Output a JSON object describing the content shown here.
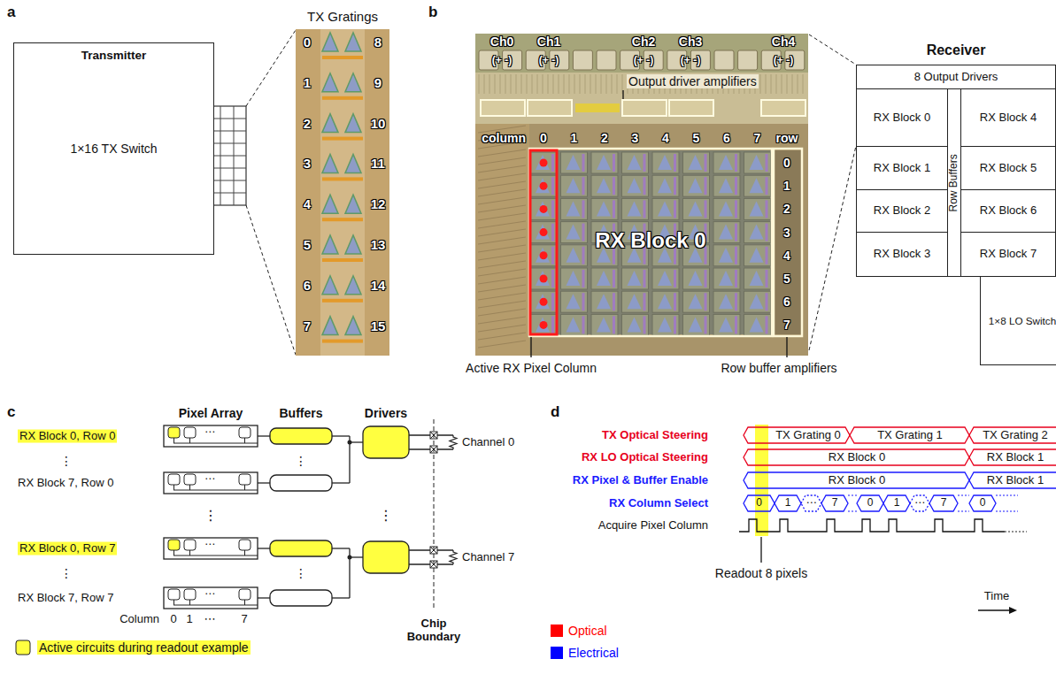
{
  "diagram": {
    "nodes": [
      {
        "text": [
          "Transmitter",
          "1×16 TX Switch"
        ]
      },
      {
        "text": [
          "8 Output Drivers"
        ]
      },
      {
        "text": [
          "RX Block 0"
        ]
      },
      {
        "text": [
          "RX Block 4"
        ]
      },
      {
        "text": [
          "RX Block 1"
        ]
      },
      {
        "text": [
          "Row Buffers"
        ]
      },
      {
        "text": [
          "RX Block 5"
        ]
      },
      {
        "text": [
          "RX Block 2"
        ]
      },
      {
        "text": [
          "RX Block 6"
        ]
      },
      {
        "text": [
          "RX Block 3"
        ]
      },
      {
        "text": [
          "RX Block 7"
        ]
      },
      {
        "text": [
          "1×8 LO Switch"
        ]
      }
    ],
    "labels": [
      "a",
      "TX Gratings",
      "0",
      "1",
      "2",
      "3",
      "4",
      "5",
      "6",
      "7",
      "8",
      "9",
      "10",
      "11",
      "12",
      "13",
      "14",
      "15",
      "b",
      "Ch0",
      "Ch1",
      "Ch2",
      "Ch3",
      "Ch4",
      "(+ -)",
      "(+ -)",
      "(+ -)",
      "(+ -)",
      "(+ -)",
      "Output driver amplifiers",
      "column",
      "0",
      "1",
      "2",
      "3",
      "4",
      "5",
      "6",
      "7",
      "row",
      "0",
      "1",
      "2",
      "3",
      "4",
      "5",
      "6",
      "7",
      "RX Block 0",
      "Active RX Pixel Column",
      "Row buffer amplifiers",
      "Receiver",
      "c",
      "Pixel Array",
      "Buffers",
      "Drivers",
      "RX Block 0, Row 0",
      "⋮",
      "RX Block 7, Row 0",
      "⋮",
      "RX Block 0, Row 7",
      "⋮",
      "RX Block 7, Row 7",
      "⋯",
      "⋯",
      "⋯",
      "⋯",
      "⋮",
      "⋮",
      "⋮",
      "Channel 0",
      "Channel 7",
      "Column",
      "0",
      "1",
      "⋯",
      "7",
      "Chip Boundary",
      "d",
      "TX Optical Steering",
      "RX LO Optical Steering",
      "RX Pixel & Buffer Enable",
      "RX Column Select",
      "Acquire Pixel Column",
      "TX Grating 0",
      "TX Grating 1",
      "TX Grating 2",
      "RX Block 0",
      "RX Block 1",
      "RX Block 0",
      "RX Block 1",
      "0",
      "1",
      "⋯",
      "7",
      "0",
      "1",
      "⋯",
      "7",
      "0",
      "Readout 8 pixels",
      "Time"
    ],
    "legend": [
      {
        "text": "Active circuits during readout example",
        "color": "#ffff40"
      },
      {
        "text": "Optical",
        "color": "#ff0000"
      },
      {
        "text": "Electrical",
        "color": "#0000ff"
      }
    ]
  }
}
